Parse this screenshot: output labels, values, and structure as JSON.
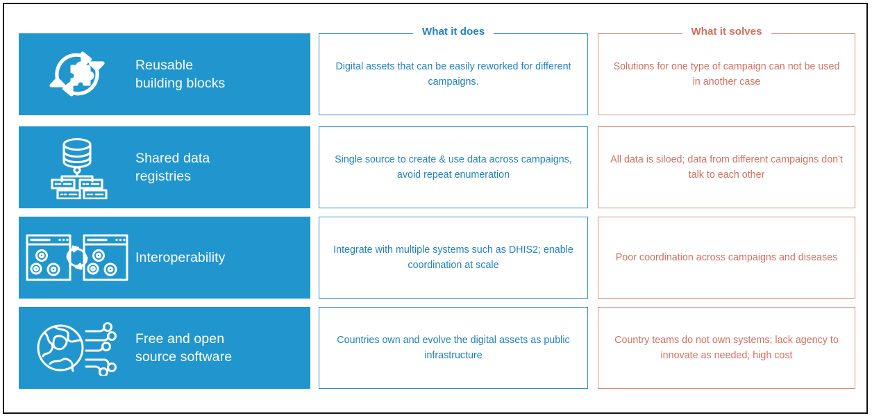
{
  "columns": {
    "feature": {
      "header": ""
    },
    "does": {
      "header": "What it does",
      "color": "#1f81bd",
      "border": "#2a90c6"
    },
    "solves": {
      "header": "What it solves",
      "color": "#d0705f",
      "border": "#d98a7c"
    }
  },
  "theme": {
    "panel_blue": "#2196CE",
    "does_blue": "#1f81bd",
    "solves_coral": "#d0705f",
    "frame_black": "#111111",
    "background": "#ffffff"
  },
  "rows": [
    {
      "icon": "recycle-puzzle-icon",
      "feature": "Reusable\nbuilding blocks",
      "feature_line1": "Reusable",
      "feature_line2": "building blocks",
      "does": "Digital assets that can be easily reworked for different campaigns.",
      "solves": "Solutions for one type of campaign can not be used in another case"
    },
    {
      "icon": "database-servers-icon",
      "feature": "Shared data\nregistries",
      "feature_line1": "Shared data",
      "feature_line2": "registries",
      "does": "Single source to create & use data across campaigns, avoid repeat enumeration",
      "solves": "All data is siloed; data from different campaigns don't talk to each other"
    },
    {
      "icon": "two-windows-gears-sync-icon",
      "feature": "Interoperability",
      "feature_line1": "Interoperability",
      "feature_line2": "",
      "does": "Integrate with multiple systems such as DHIS2; enable coordination at scale",
      "solves": "Poor coordination across campaigns and diseases"
    },
    {
      "icon": "globe-circuit-icon",
      "feature": "Free and open\nsource software",
      "feature_line1": "Free and open",
      "feature_line2": "source software",
      "does": "Countries own and evolve the digital assets as public infrastructure",
      "solves": "Country teams do not own systems; lack agency to innovate as needed; high cost"
    }
  ]
}
